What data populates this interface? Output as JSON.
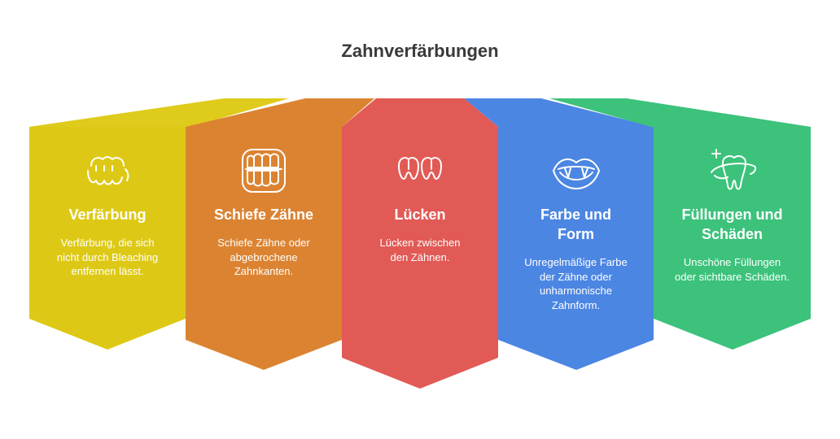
{
  "title": "Zahnverfärbungen",
  "colors": {
    "yellow": "#DDC915",
    "yellow_top": "#DFCB1B",
    "orange": "#DC8331",
    "red": "#E25A55",
    "blue": "#4C86E3",
    "green": "#3CC27B",
    "title_text": "#3A3A3A"
  },
  "items": [
    {
      "heading": "Verfärbung",
      "desc": "Verfärbung, die sich nicht durch Bleaching entfernen lässt.",
      "icon": "stained-teeth-icon",
      "color": "#DDC915"
    },
    {
      "heading": "Schiefe Zähne",
      "desc": "Schiefe Zähne oder abgebrochene Zahnkanten.",
      "icon": "teeth-row-icon",
      "color": "#DC8331"
    },
    {
      "heading": "Lücken",
      "desc": "Lücken zwischen den Zähnen.",
      "icon": "gapped-teeth-icon",
      "color": "#E25A55"
    },
    {
      "heading": "Farbe und Form",
      "desc": "Unregelmäßige Farbe der Zähne oder unharmonische Zahnform.",
      "icon": "mouth-fangs-icon",
      "color": "#4C86E3"
    },
    {
      "heading": "Füllungen und Schäden",
      "desc": "Unschöne Füllungen oder sichtbare Schäden.",
      "icon": "sparkling-tooth-icon",
      "color": "#3CC27B"
    }
  ]
}
